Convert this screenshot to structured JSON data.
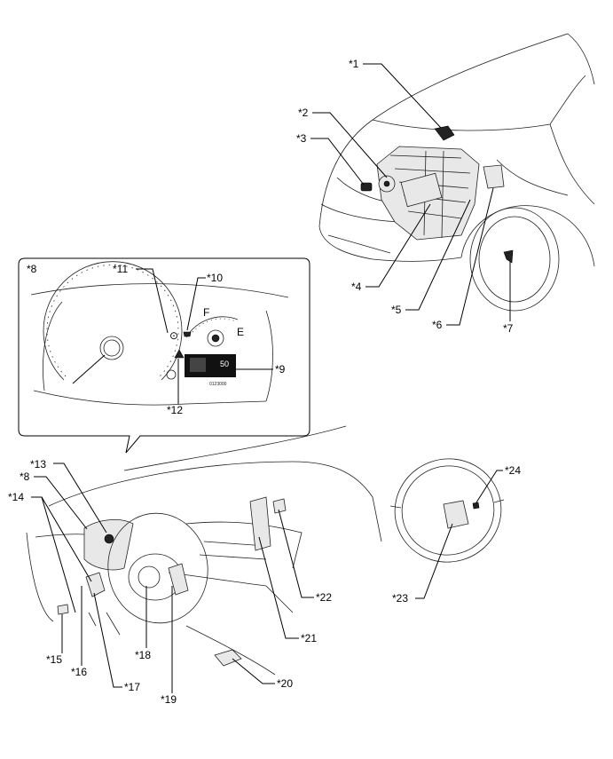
{
  "callouts": {
    "c1": "*1",
    "c2": "*2",
    "c3": "*3",
    "c4": "*4",
    "c5": "*5",
    "c6": "*6",
    "c7": "*7",
    "c8_box": "*8",
    "c8": "*8",
    "c9": "*9",
    "c10": "*10",
    "c11": "*11",
    "c12": "*12",
    "c13": "*13",
    "c14": "*14",
    "c15": "*15",
    "c16": "*16",
    "c17": "*17",
    "c18": "*18",
    "c19": "*19",
    "c20": "*20",
    "c21": "*21",
    "c22": "*22",
    "c23": "*23",
    "c24": "*24"
  },
  "cluster": {
    "fuel_full": "F",
    "fuel_empty": "E",
    "display_value": "50",
    "odometer": "0123000"
  }
}
